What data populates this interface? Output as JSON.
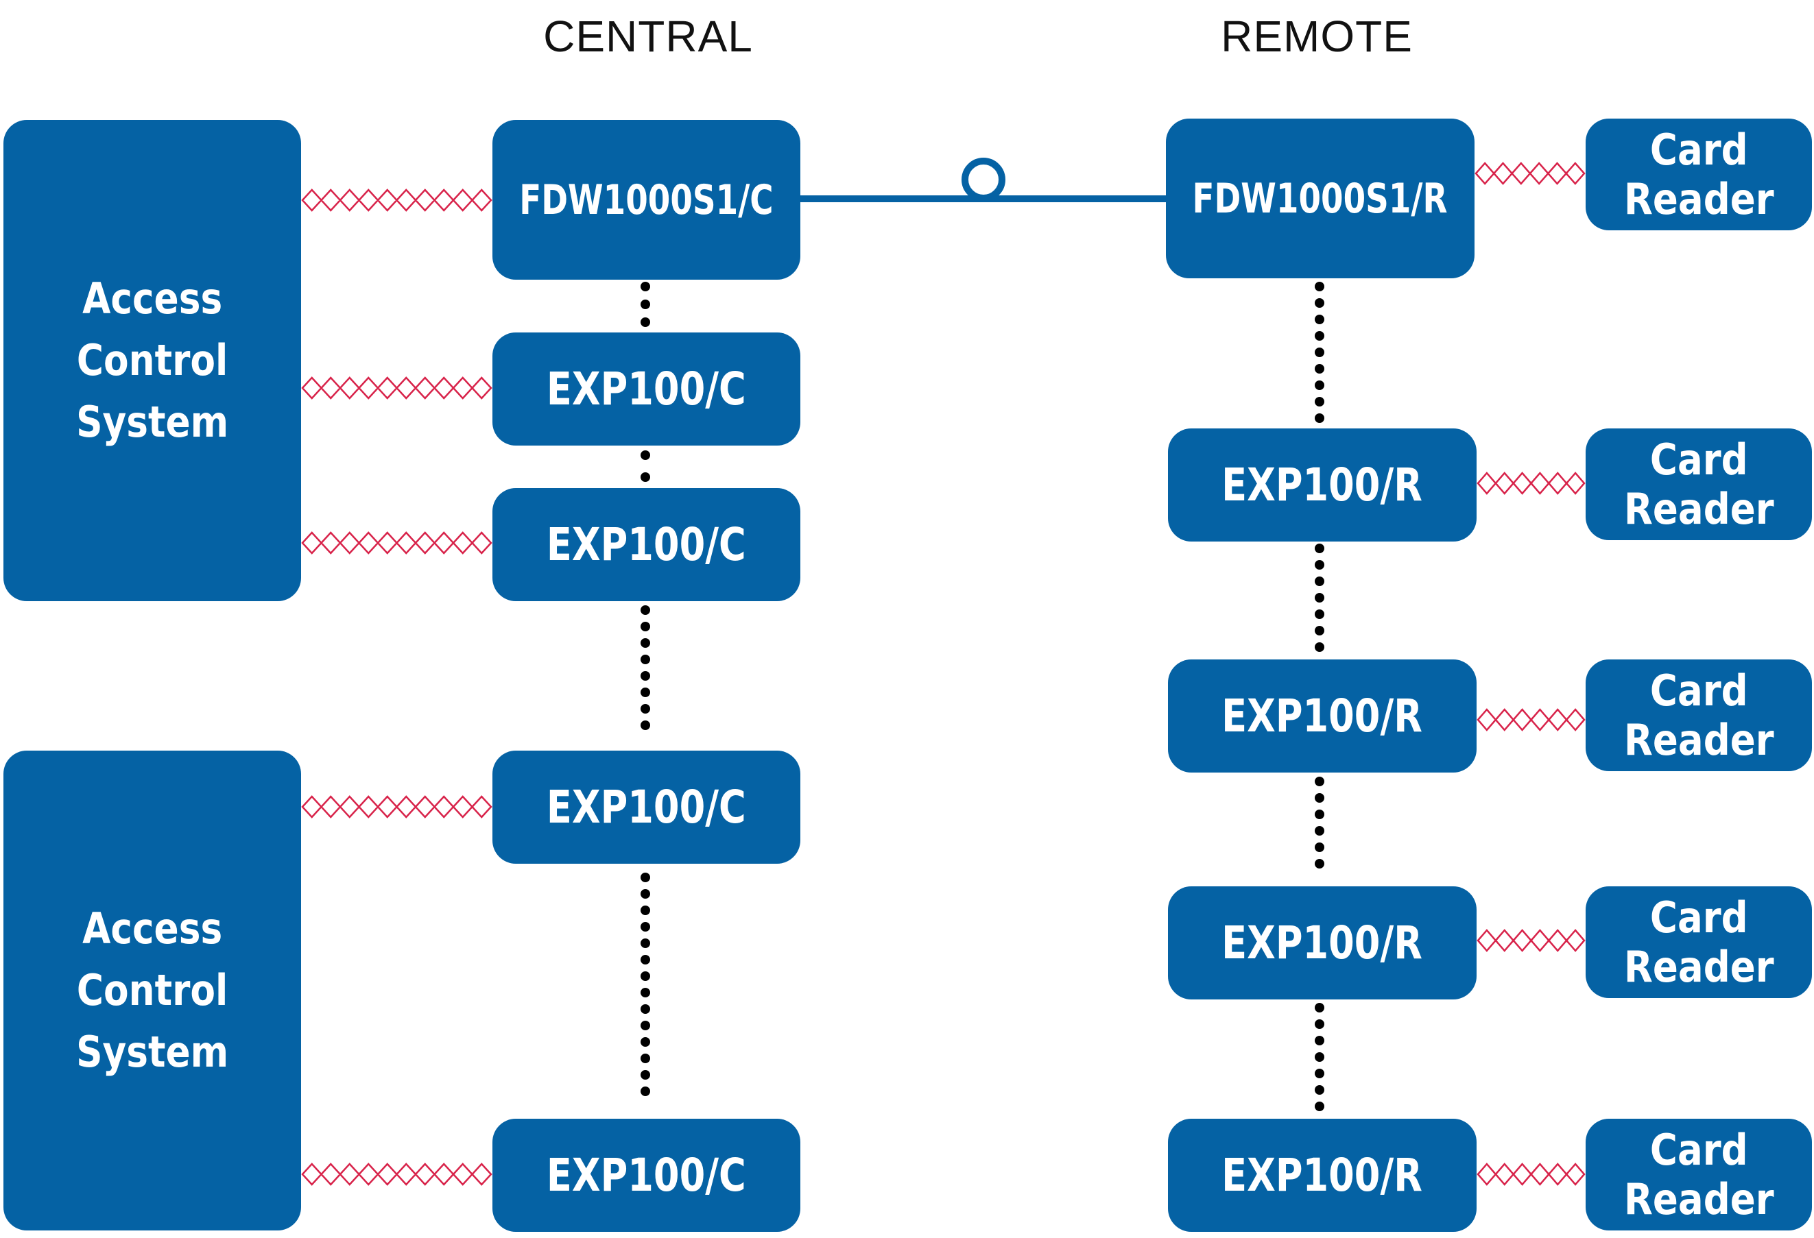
{
  "headers": {
    "central": "CENTRAL",
    "remote": "REMOTE"
  },
  "central": {
    "access_control_systems": [
      "Access\nControl\nSystem",
      "Access\nControl\nSystem"
    ],
    "fdw": "FDW1000S1/C",
    "exp_units": [
      "EXP100/C",
      "EXP100/C",
      "EXP100/C",
      "EXP100/C"
    ]
  },
  "remote": {
    "fdw": "FDW1000S1/R",
    "exp_units": [
      "EXP100/R",
      "EXP100/R",
      "EXP100/R",
      "EXP100/R"
    ],
    "card_readers": [
      "Card\nReader",
      "Card\nReader",
      "Card\nReader",
      "Card\nReader",
      "Card\nReader"
    ]
  },
  "colors": {
    "box_fill": "#0562a4",
    "box_text": "#ffffff",
    "fiber_link": "#0562a4",
    "wiegand_link": "#d8234a",
    "bus_dots": "#000000"
  }
}
